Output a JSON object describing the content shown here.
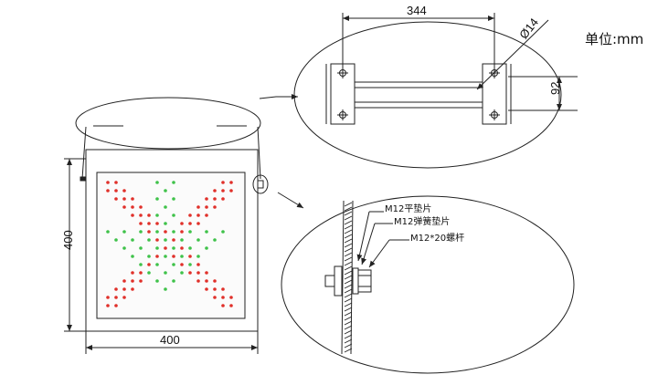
{
  "unit_label": "单位:mm",
  "dimensions": {
    "panel_width": "400",
    "panel_height": "400",
    "bracket_span": "344",
    "hole_diameter": "Ø14",
    "bracket_height": "92"
  },
  "callouts": [
    "M12平垫片",
    "M12弹簧垫片",
    "M12*20螺杆"
  ],
  "colors": {
    "line": "#222222",
    "led_red": "#e0302a",
    "led_green": "#3fc24a"
  },
  "led_pattern": {
    "red_symbol": "X",
    "green_symbol": "arrow-down"
  }
}
